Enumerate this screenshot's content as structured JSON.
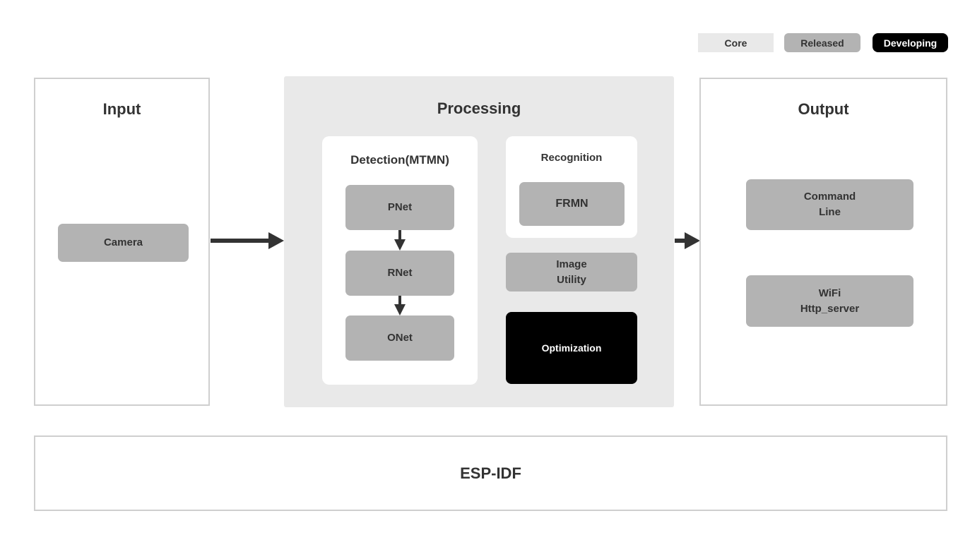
{
  "colors": {
    "background": "#ffffff",
    "panel_border": "#cfcfcf",
    "processing_bg": "#e9e9e9",
    "core_bg": "#e9e9e9",
    "released_bg": "#b3b3b3",
    "developing_bg": "#000000",
    "gray_component_bg": "#b3b3b3",
    "black_component_bg": "#000000",
    "text_dark": "#333333",
    "text_light": "#ffffff",
    "arrow": "#333333"
  },
  "legend": {
    "core": "Core",
    "released": "Released",
    "developing": "Developing"
  },
  "input": {
    "title": "Input",
    "camera": "Camera"
  },
  "processing": {
    "title": "Processing",
    "detection": {
      "title": "Detection(MTMN)",
      "nodes": [
        "PNet",
        "RNet",
        "ONet"
      ]
    },
    "recognition": {
      "title": "Recognition",
      "frmn": "FRMN"
    },
    "image_utility": "Image\nUtility",
    "optimization": "Optimization"
  },
  "output": {
    "title": "Output",
    "command_line": "Command\nLine",
    "wifi": "WiFi\nHttp_server"
  },
  "foundation": {
    "title": "ESP-IDF"
  }
}
